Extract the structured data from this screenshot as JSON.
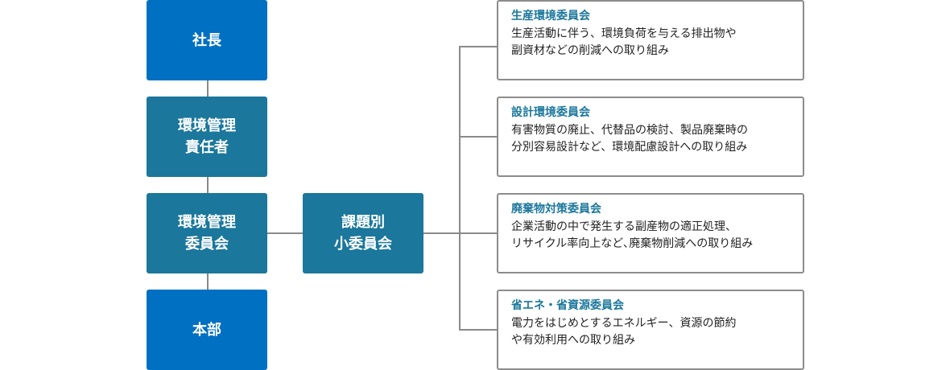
{
  "chart_data": {
    "type": "org-chart",
    "hierarchy": [
      {
        "label": "社長"
      },
      {
        "label": "環境管理\n責任者"
      },
      {
        "label": "環境管理\n委員会"
      },
      {
        "label": "本部"
      }
    ],
    "subcommittee": {
      "label": "課題別\n小委員会"
    },
    "committees": [
      {
        "title": "生産環境委員会",
        "description": "生産活動に伴う、環境負荷を与える排出物や\n副資材などの削減への取り組み"
      },
      {
        "title": "設計環境委員会",
        "description": "有害物質の廃止、代替品の検討、製品廃棄時の\n分別容易設計など、環境配慮設計への取り組み"
      },
      {
        "title": "廃棄物対策委員会",
        "description": "企業活動の中で発生する副産物の適正処理、\nリサイクル率向上など､廃棄物削減への取り組み"
      },
      {
        "title": "省エネ・省資源委員会",
        "description": "電力をはじめとするエネルギー、資源の節約\nや有効利用への取り組み"
      }
    ],
    "colors": {
      "primary": "#0070c2",
      "secondary": "#1b779c",
      "connector": "#8a8a8a",
      "card_border": "#8c8c8c"
    }
  }
}
